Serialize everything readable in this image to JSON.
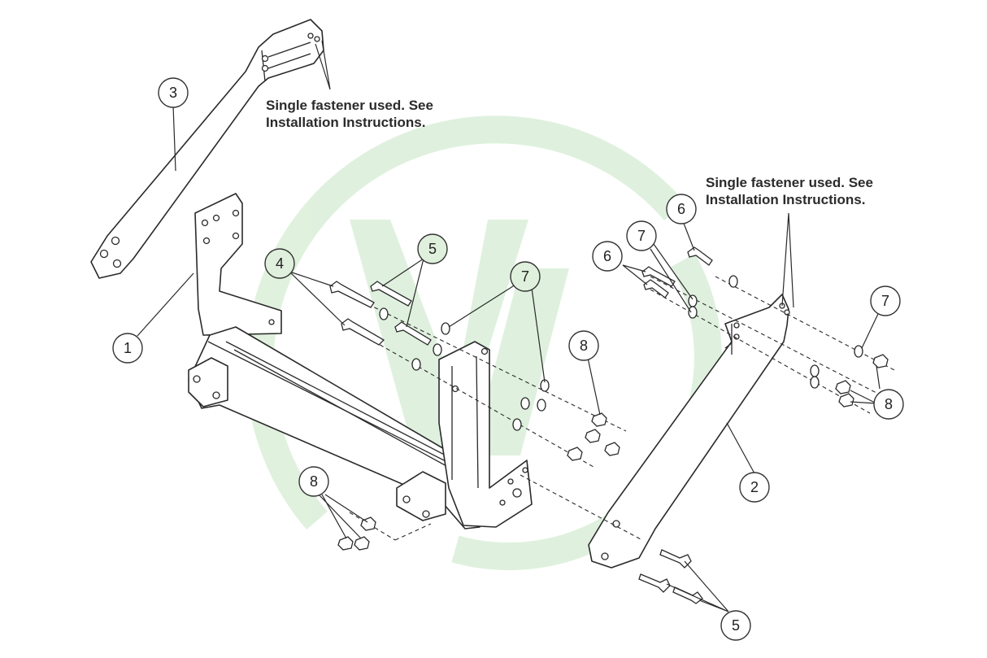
{
  "notes": {
    "top_left": [
      "Single fastener used. See",
      "Installation Instructions."
    ],
    "top_right": [
      "Single fastener used. See",
      "Installation Instructions."
    ]
  },
  "callouts": {
    "c1": "1",
    "c2": "2",
    "c3": "3",
    "c4": "4",
    "c5a": "5",
    "c5b": "5",
    "c6a": "6",
    "c6b": "6",
    "c7a": "7",
    "c7b": "7",
    "c7c": "7",
    "c8a": "8",
    "c8b": "8",
    "c8c": "8"
  },
  "colors": {
    "watermark": "#8fd08a",
    "callout_highlight": "#dff0dc",
    "line": "#2a2a2a"
  }
}
